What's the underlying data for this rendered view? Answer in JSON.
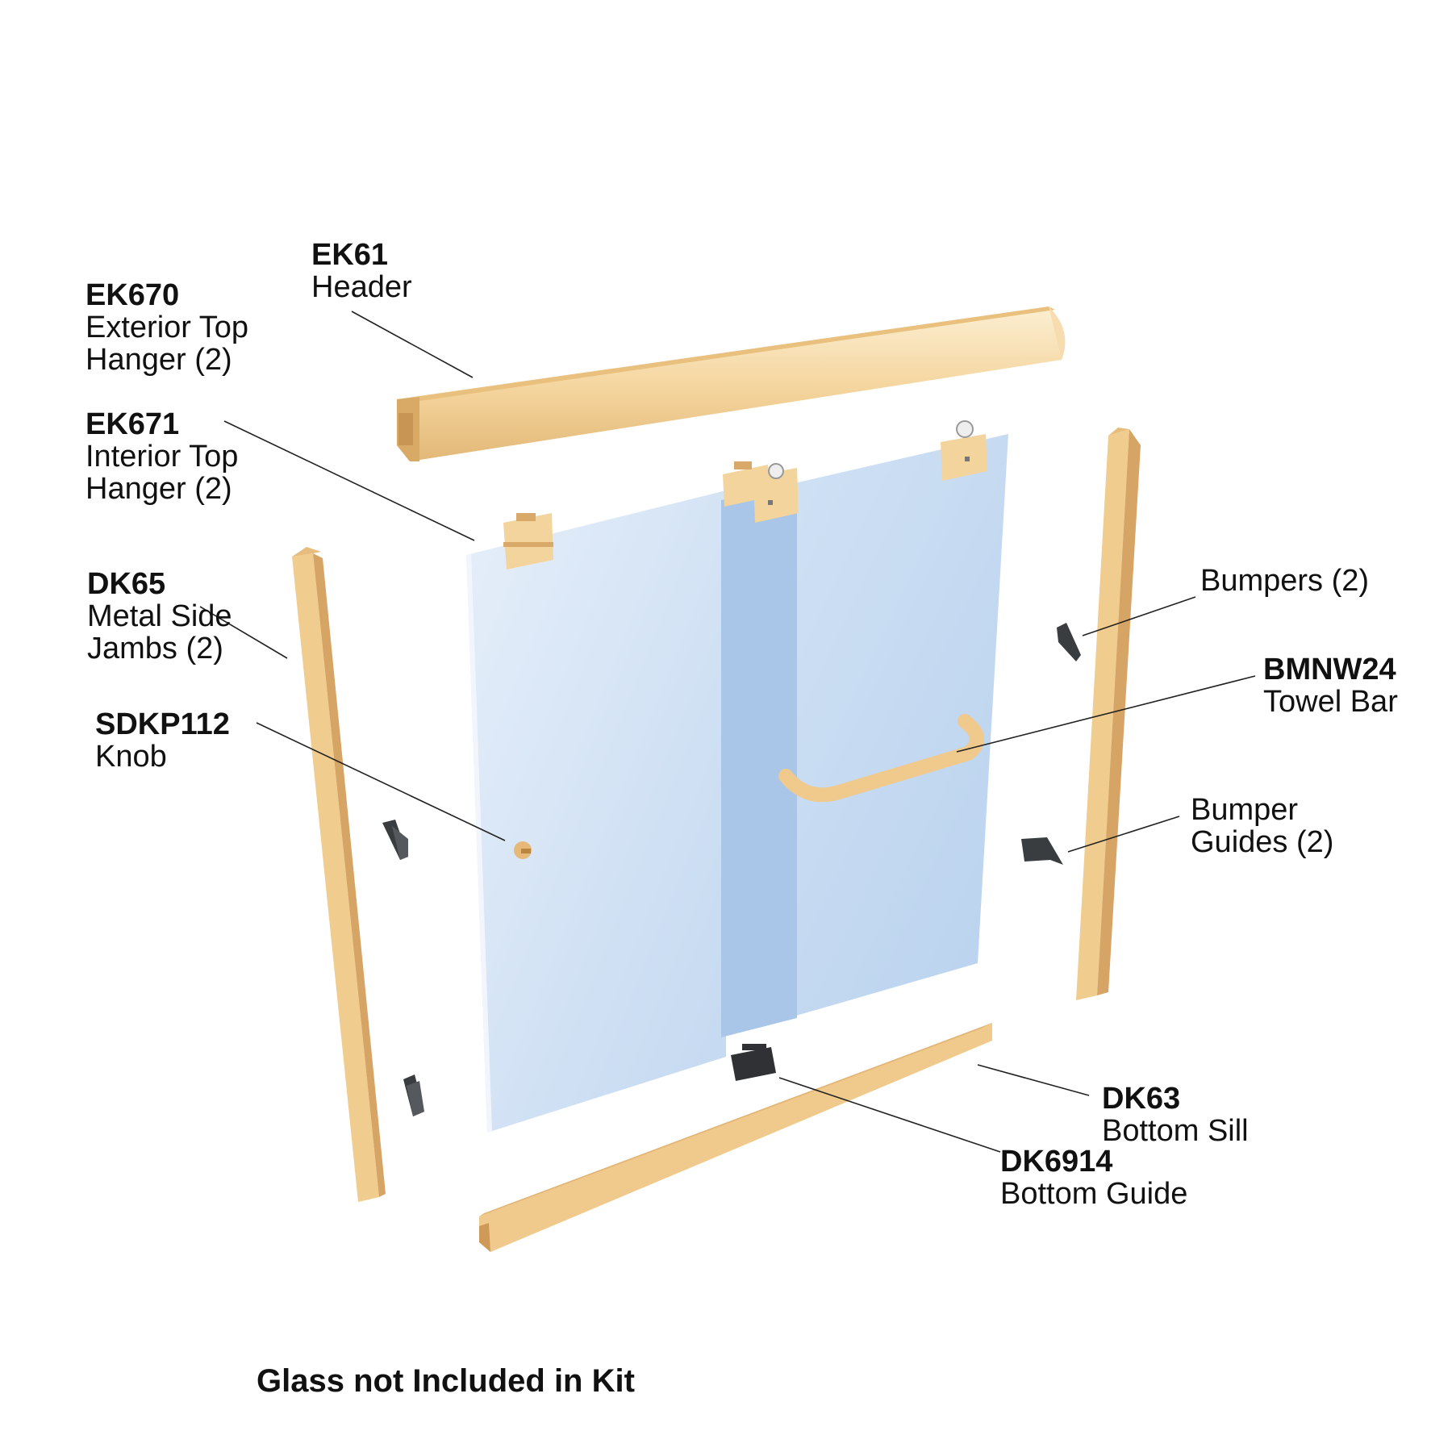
{
  "colors": {
    "metal": "#f2cf93",
    "metal_shadow": "#d8a868",
    "metal_highlight": "#fbe6bd",
    "glass_light": "#dde9f7",
    "glass": "#c4daf1",
    "glass_overlap": "#a8c5e8",
    "rubber": "#3a3d40",
    "leader": "#222222"
  },
  "labels": {
    "ek61": {
      "code": "EK61",
      "lines": [
        "Header"
      ]
    },
    "ek670": {
      "code": "EK670",
      "lines": [
        "Exterior Top",
        "Hanger (2)"
      ]
    },
    "ek671": {
      "code": "EK671",
      "lines": [
        "Interior Top",
        "Hanger (2)"
      ]
    },
    "dk65": {
      "code": "DK65",
      "lines": [
        "Metal Side",
        "Jambs (2)"
      ]
    },
    "sdkp112": {
      "code": "SDKP112",
      "lines": [
        "Knob"
      ]
    },
    "bumpers": {
      "code": "",
      "lines": [
        "Bumpers (2)"
      ]
    },
    "bmnw24": {
      "code": "BMNW24",
      "lines": [
        "Towel Bar"
      ]
    },
    "bumper_guides": {
      "code": "",
      "lines": [
        "Bumper",
        "Guides (2)"
      ]
    },
    "dk63": {
      "code": "DK63",
      "lines": [
        "Bottom Sill"
      ]
    },
    "dk6914": {
      "code": "DK6914",
      "lines": [
        "Bottom Guide"
      ]
    }
  },
  "footnote": "Glass not Included in Kit"
}
